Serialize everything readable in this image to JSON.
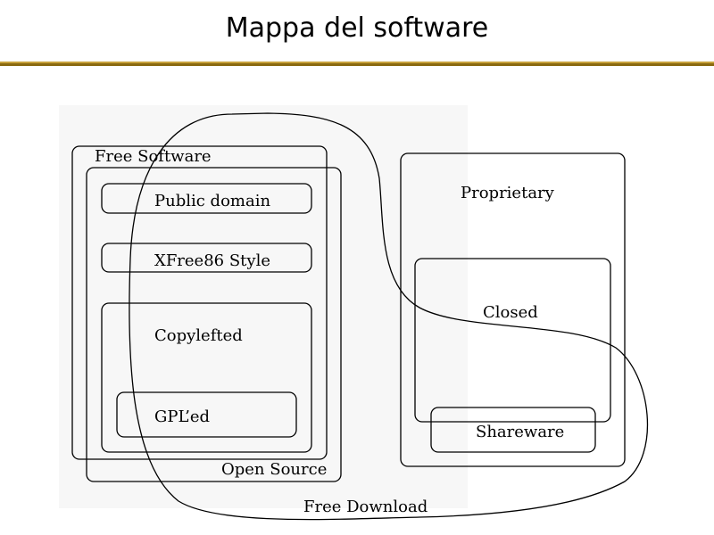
{
  "title": "Mappa del software",
  "colors": {
    "rule_top": "#c8a23c",
    "rule_bottom": "#8a6a10",
    "diagram_bg": "#f7f7f7",
    "stroke": "#000000"
  },
  "labels": {
    "free_software": "Free Software",
    "public_domain": "Public domain",
    "xfree86_style": "XFree86 Style",
    "copylefted": "Copylefted",
    "gpled": "GPL’ed",
    "open_source": "Open Source",
    "proprietary": "Proprietary",
    "closed": "Closed",
    "shareware": "Shareware",
    "free_download": "Free Download"
  }
}
